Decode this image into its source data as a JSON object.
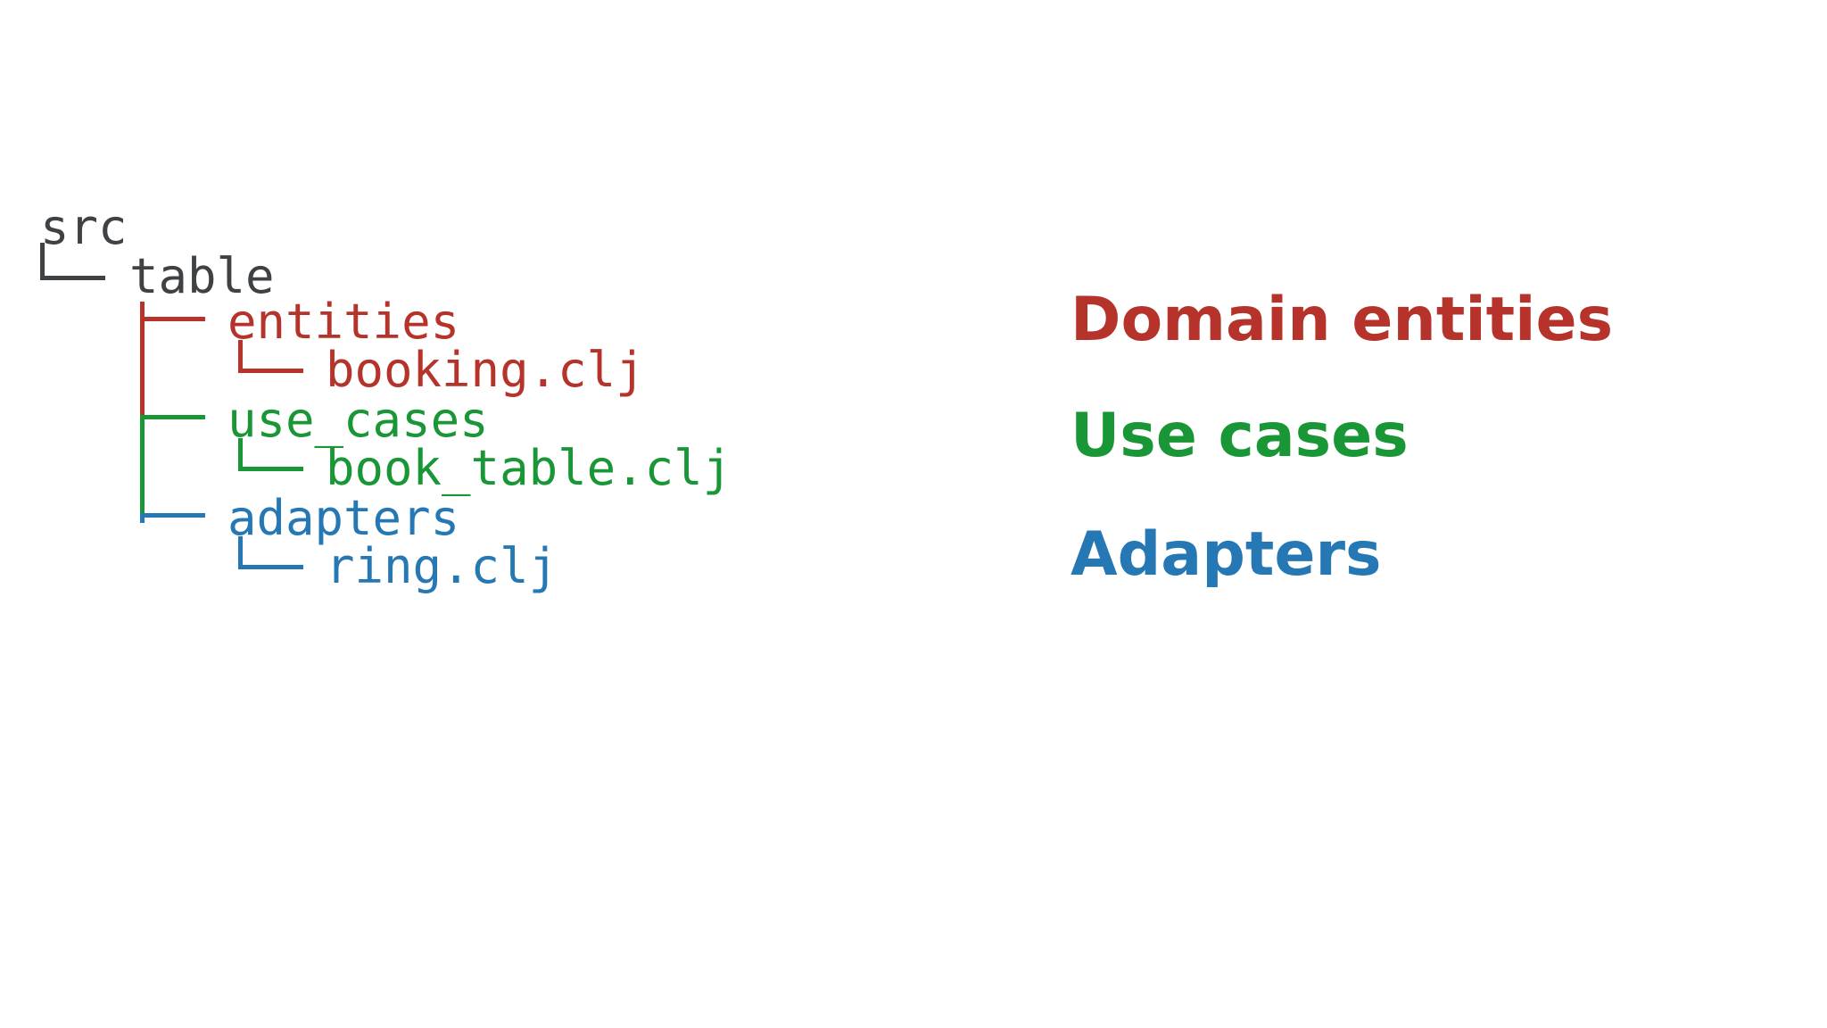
{
  "colors": {
    "root": "#3f4244",
    "entities": "#b5332a",
    "use_cases": "#199636",
    "adapters": "#2578b4",
    "background": "#ffffff"
  },
  "tree": {
    "root": {
      "name": "src"
    },
    "level1": {
      "name": "table"
    },
    "groups": [
      {
        "dir": "entities",
        "color_key": "entities",
        "branch_glyph": "tee",
        "file": "booking.clj"
      },
      {
        "dir": "use_cases",
        "color_key": "use_cases",
        "branch_glyph": "tee",
        "file": "book_table.clj"
      },
      {
        "dir": "adapters",
        "color_key": "adapters",
        "branch_glyph": "elbow",
        "file": "ring.clj"
      }
    ]
  },
  "legend": [
    {
      "label": "Domain entities",
      "color_key": "entities"
    },
    {
      "label": "Use cases",
      "color_key": "use_cases"
    },
    {
      "label": "Adapters",
      "color_key": "adapters"
    }
  ]
}
